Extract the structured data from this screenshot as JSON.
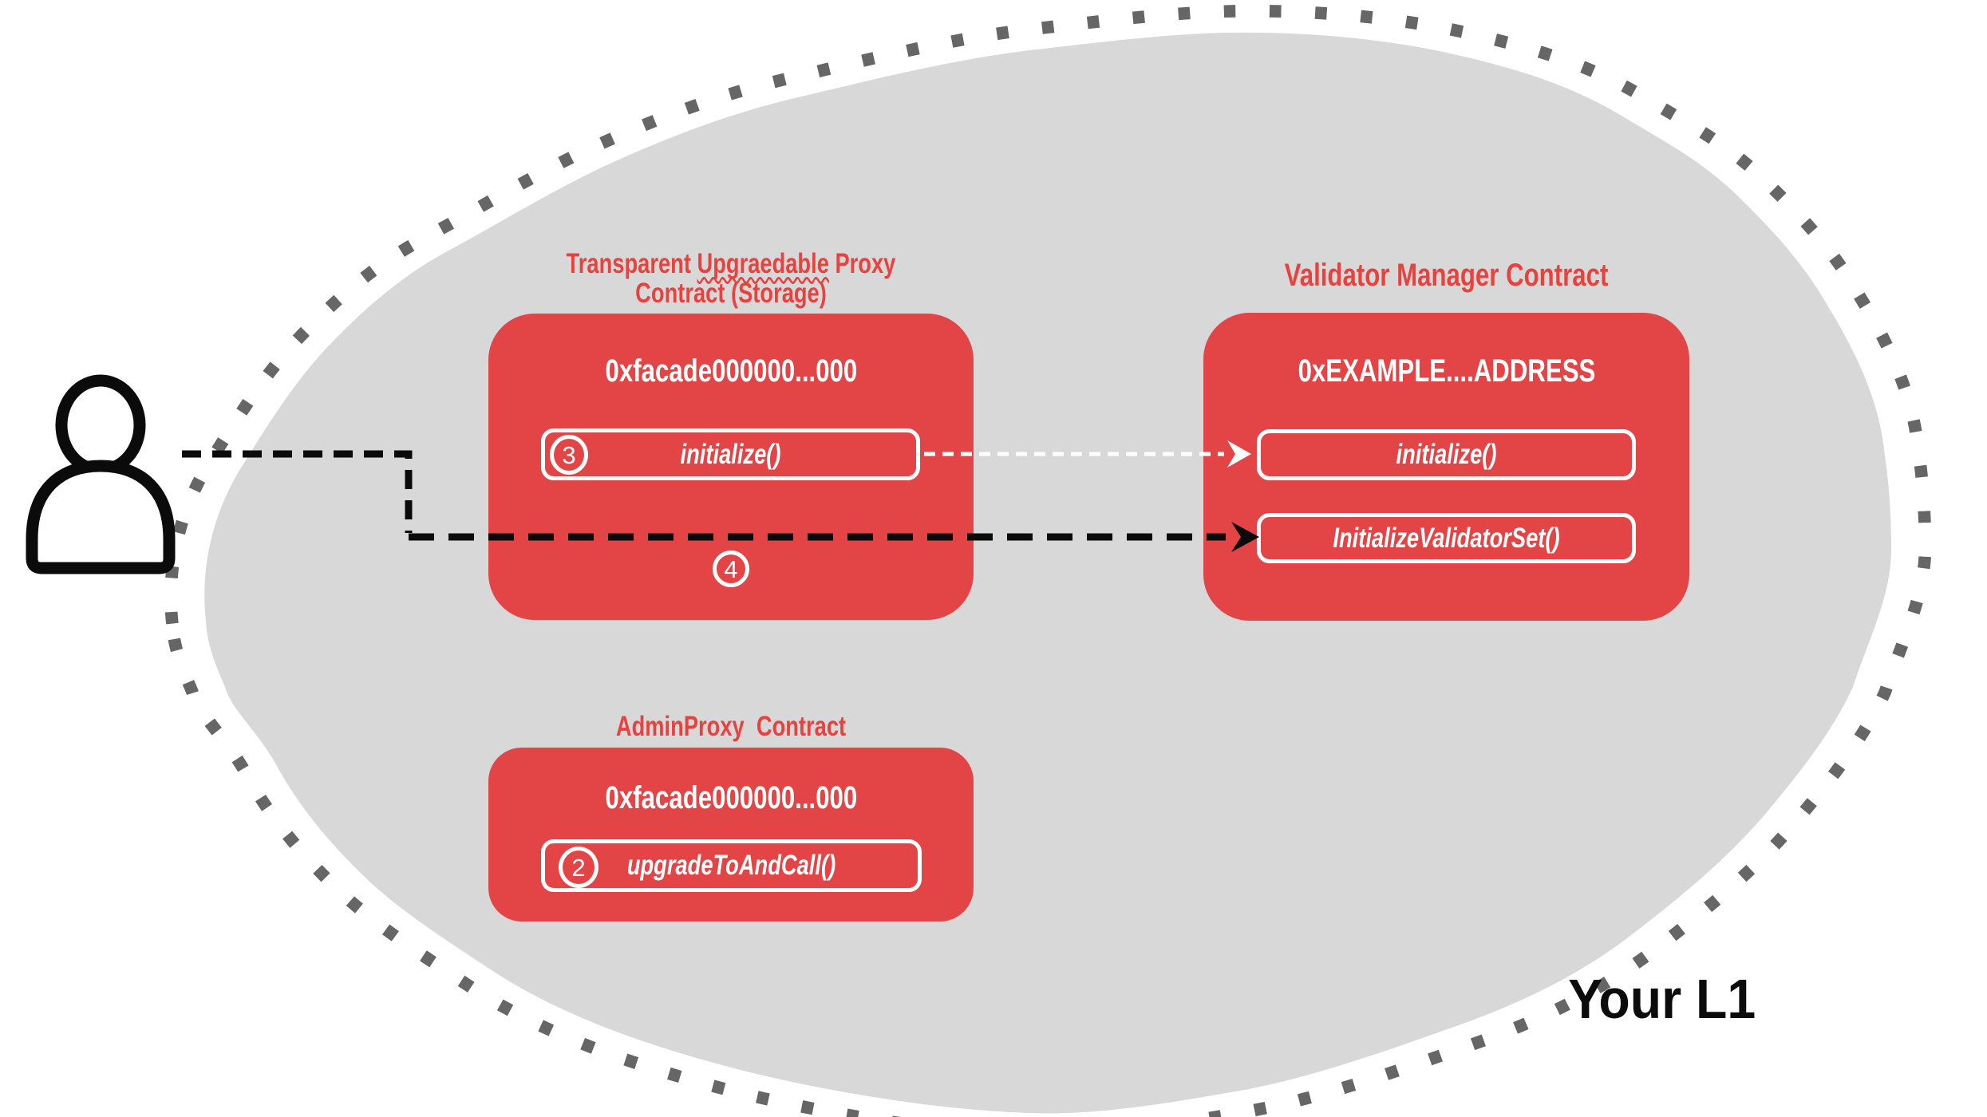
{
  "colors": {
    "box_red": "#e34546",
    "title_red": "#e8423f",
    "blob_gray": "#d8d8d8",
    "dot_gray": "#666666",
    "ink": "#0b0b0b",
    "white": "#ffffff"
  },
  "region_label": "Your L1",
  "proxy_contract": {
    "title_line1_pre": "Transparent",
    "title_wavy_word": "Upgraedable",
    "title_line1_post": "Proxy",
    "title_line2": "Contract (Storage)",
    "address": "0xfacade000000...000",
    "initialize_label": "initialize()",
    "step_initialize": "3",
    "step_fallthrough": "4"
  },
  "validator_contract": {
    "title": "Validator Manager Contract",
    "address": "0xEXAMPLE....ADDRESS",
    "initialize_label": "initialize()",
    "initialize_validator_set_label": "InitializeValidatorSet()"
  },
  "admin_proxy_contract": {
    "title": "AdminProxy  Contract",
    "address": "0xfacade000000...000",
    "upgrade_label": "upgradeToAndCall()",
    "step_upgrade": "2"
  }
}
